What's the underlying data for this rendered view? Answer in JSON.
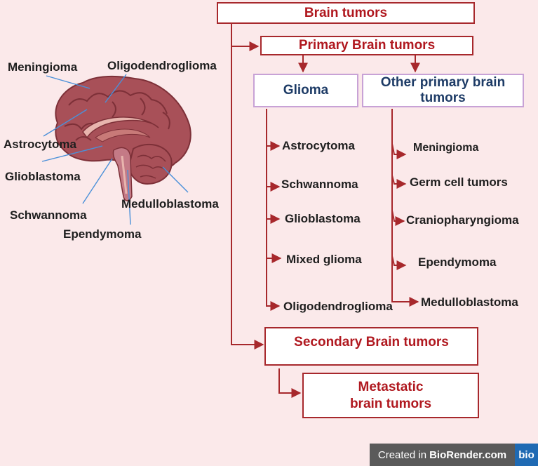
{
  "boxes": {
    "brain_tumors": "Brain tumors",
    "primary": "Primary Brain tumors",
    "glioma": "Glioma",
    "other_primary_1": "Other primary brain",
    "other_primary_2": "tumors",
    "secondary": "Secondary Brain tumors",
    "metastatic_1": "Metastatic",
    "metastatic_2": "brain tumors"
  },
  "glioma_items": [
    "Astrocytoma",
    "Schwannoma",
    "Glioblastoma",
    "Mixed glioma",
    "Oligodendroglioma"
  ],
  "other_items": [
    "Meningioma",
    "Germ cell tumors",
    "Craniopharyngioma",
    "Ependymoma",
    "Medulloblastoma"
  ],
  "brain_labels": {
    "meningioma": "Meningioma",
    "oligodendroglioma": "Oligodendroglioma",
    "astrocytoma": "Astrocytoma",
    "glioblastoma": "Glioblastoma",
    "schwannoma": "Schwannoma",
    "medulloblastoma": "Medulloblastoma",
    "ependymoma": "Ependymoma"
  },
  "footer": {
    "prefix": "Created in",
    "brand": "BioRender.com",
    "logo": "bio"
  },
  "colors": {
    "accent": "#a7282c",
    "text_red": "#b0181f",
    "navy": "#1d3b66",
    "background": "#fbe9ea",
    "leader": "#4a90d9"
  }
}
